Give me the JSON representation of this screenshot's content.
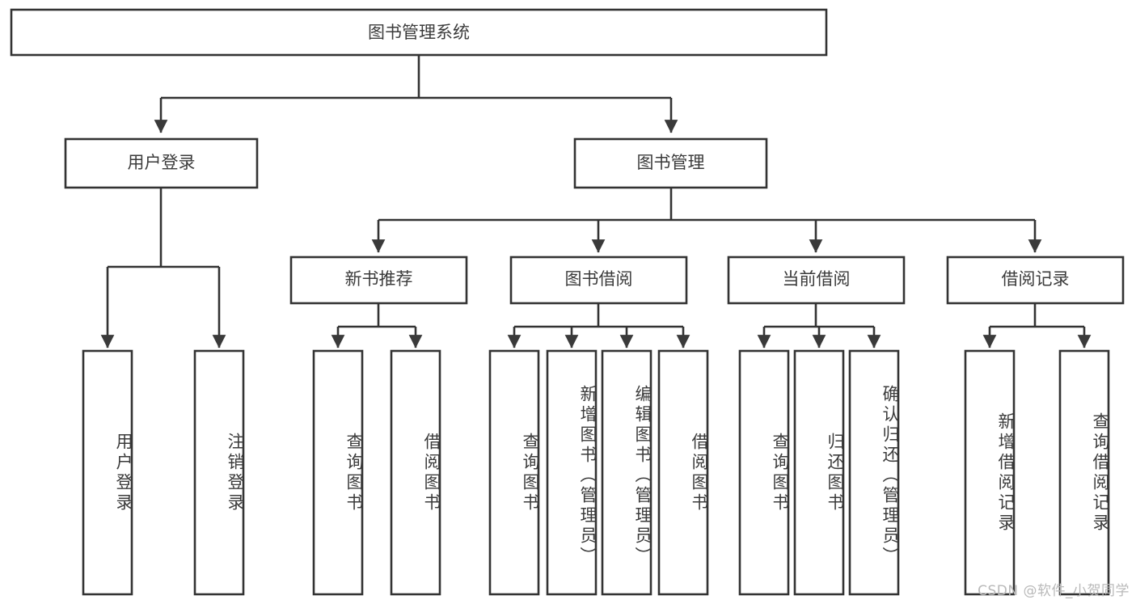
{
  "diagram": {
    "title": "图书管理系统",
    "type": "hierarchy-tree",
    "root": {
      "id": "root",
      "label": "图书管理系统",
      "orientation": "horizontal"
    },
    "level2": [
      {
        "id": "user-login",
        "label": "用户登录",
        "orientation": "horizontal"
      },
      {
        "id": "book-management",
        "label": "图书管理",
        "orientation": "horizontal"
      }
    ],
    "level3": [
      {
        "id": "new-book-recommend",
        "label": "新书推荐",
        "orientation": "horizontal",
        "parent": "book-management"
      },
      {
        "id": "book-borrow",
        "label": "图书借阅",
        "orientation": "horizontal",
        "parent": "book-management"
      },
      {
        "id": "current-borrow",
        "label": "当前借阅",
        "orientation": "horizontal",
        "parent": "book-management"
      },
      {
        "id": "borrow-record",
        "label": "借阅记录",
        "orientation": "horizontal",
        "parent": "book-management"
      }
    ],
    "leaves": [
      {
        "id": "leaf-user-login",
        "label": "用户登录",
        "orientation": "vertical",
        "parent": "user-login"
      },
      {
        "id": "leaf-logout",
        "label": "注销登录",
        "orientation": "vertical",
        "parent": "user-login"
      },
      {
        "id": "leaf-query-book-1",
        "label": "查询图书",
        "orientation": "vertical",
        "parent": "new-book-recommend"
      },
      {
        "id": "leaf-borrow-book-1",
        "label": "借阅图书",
        "orientation": "vertical",
        "parent": "new-book-recommend"
      },
      {
        "id": "leaf-query-book-2",
        "label": "查询图书",
        "orientation": "vertical",
        "parent": "book-borrow"
      },
      {
        "id": "leaf-add-book",
        "label": "新增图书（管理员）",
        "orientation": "vertical",
        "parent": "book-borrow"
      },
      {
        "id": "leaf-edit-book",
        "label": "编辑图书（管理员）",
        "orientation": "vertical",
        "parent": "book-borrow"
      },
      {
        "id": "leaf-borrow-book-2",
        "label": "借阅图书",
        "orientation": "vertical",
        "parent": "book-borrow"
      },
      {
        "id": "leaf-query-book-3",
        "label": "查询图书",
        "orientation": "vertical",
        "parent": "current-borrow"
      },
      {
        "id": "leaf-return-book",
        "label": "归还图书",
        "orientation": "vertical",
        "parent": "current-borrow"
      },
      {
        "id": "leaf-confirm-return",
        "label": "确认归还（管理员）",
        "orientation": "vertical",
        "parent": "current-borrow"
      },
      {
        "id": "leaf-add-record",
        "label": "新增借阅记录",
        "orientation": "vertical",
        "parent": "borrow-record"
      },
      {
        "id": "leaf-query-record",
        "label": "查询借阅记录",
        "orientation": "vertical",
        "parent": "borrow-record"
      }
    ],
    "colors": {
      "stroke": "#333333",
      "node_fill": "#ffffff",
      "text": "#3b3b3b",
      "background": "#ffffff",
      "watermark": "#b9b9b9"
    }
  },
  "watermark": {
    "text": "CSDN @软件_小贺同学"
  }
}
